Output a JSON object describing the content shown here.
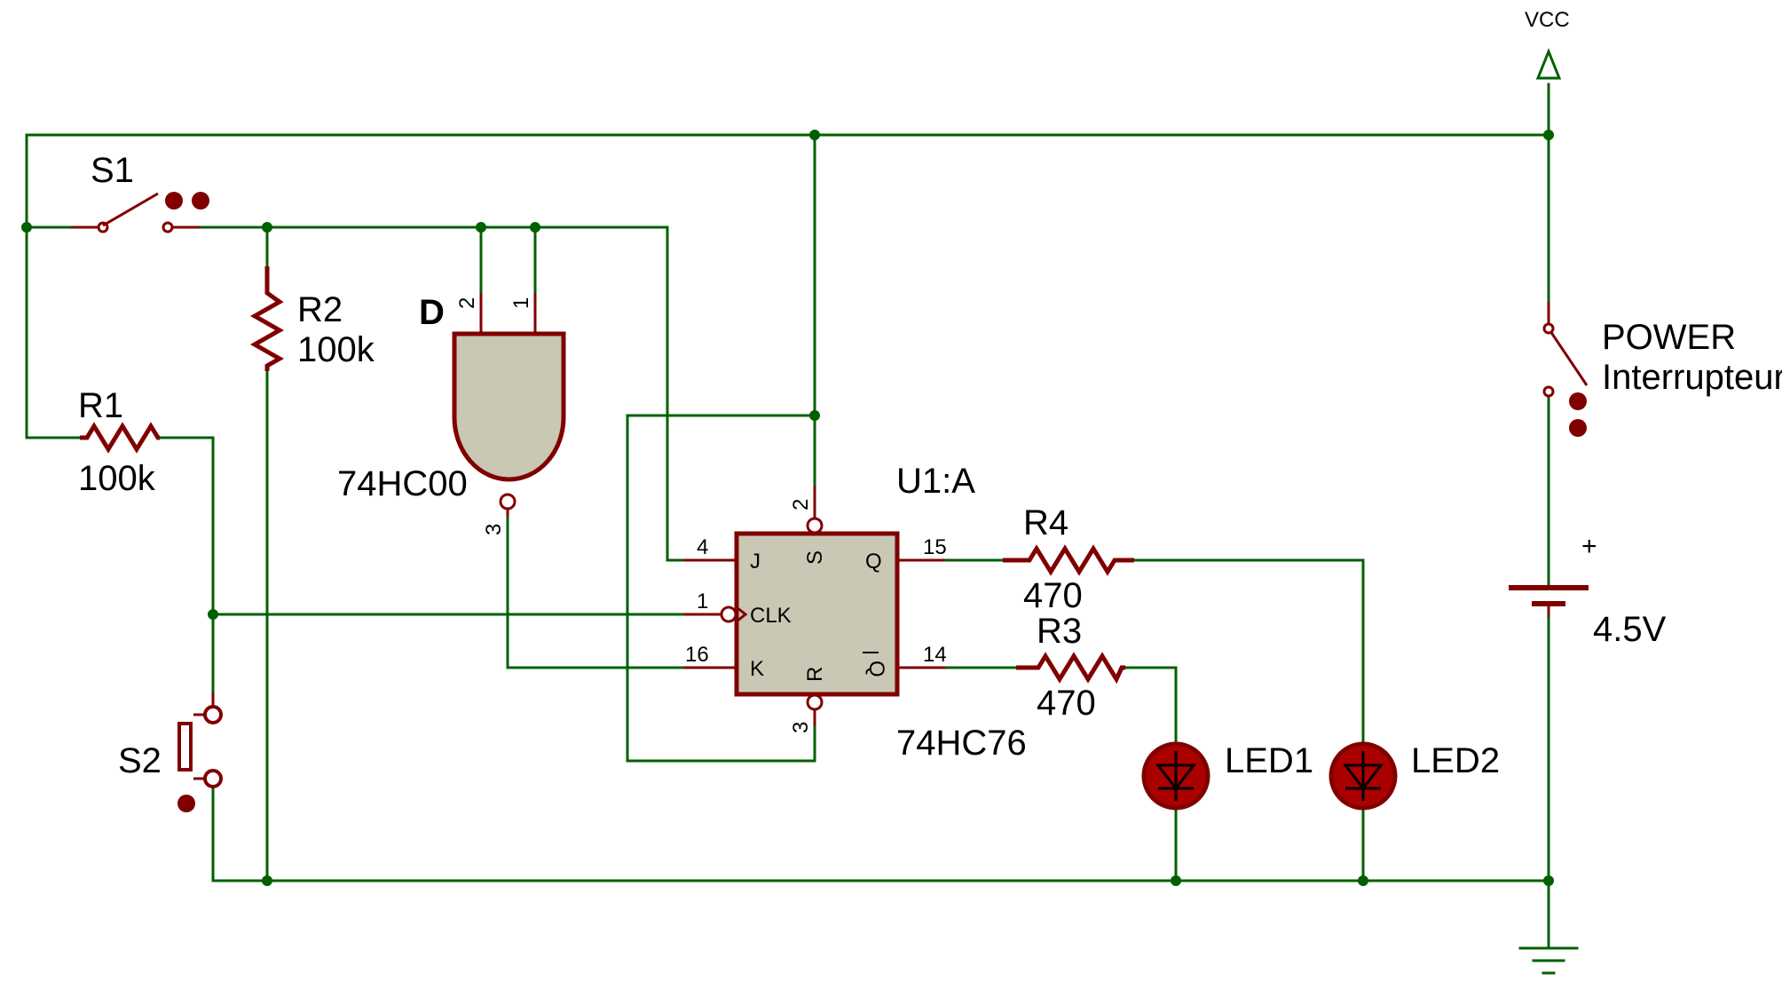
{
  "labels": {
    "vcc": "VCC",
    "s1": "S1",
    "s2": "S2",
    "r1_name": "R1",
    "r1_value": "100k",
    "r2_name": "R2",
    "r2_value": "100k",
    "r3_name": "R3",
    "r3_value": "470",
    "r4_name": "R4",
    "r4_value": "470",
    "gate_name": "D",
    "gate_part": "74HC00",
    "ff_name": "U1:A",
    "ff_part": "74HC76",
    "led1": "LED1",
    "led2": "LED2",
    "power_line1": "POWER",
    "power_line2": "Interrupteur",
    "battery_plus": "+",
    "battery_value": "4.5V"
  },
  "ff_pins": {
    "j": "J",
    "k": "K",
    "clk": "CLK",
    "s": "S",
    "r": "R",
    "q": "Q",
    "qbar": "Q",
    "num_j": "4",
    "num_clk": "1",
    "num_k": "16",
    "num_s": "2",
    "num_r": "3",
    "num_q": "15",
    "num_qbar": "14"
  },
  "gate_pins": {
    "in2": "2",
    "in1": "1",
    "out": "3"
  },
  "colors": {
    "wire": "#006000",
    "component": "#800000",
    "ic_body": "#c8c8b4",
    "led_fill": "#aa0000"
  }
}
